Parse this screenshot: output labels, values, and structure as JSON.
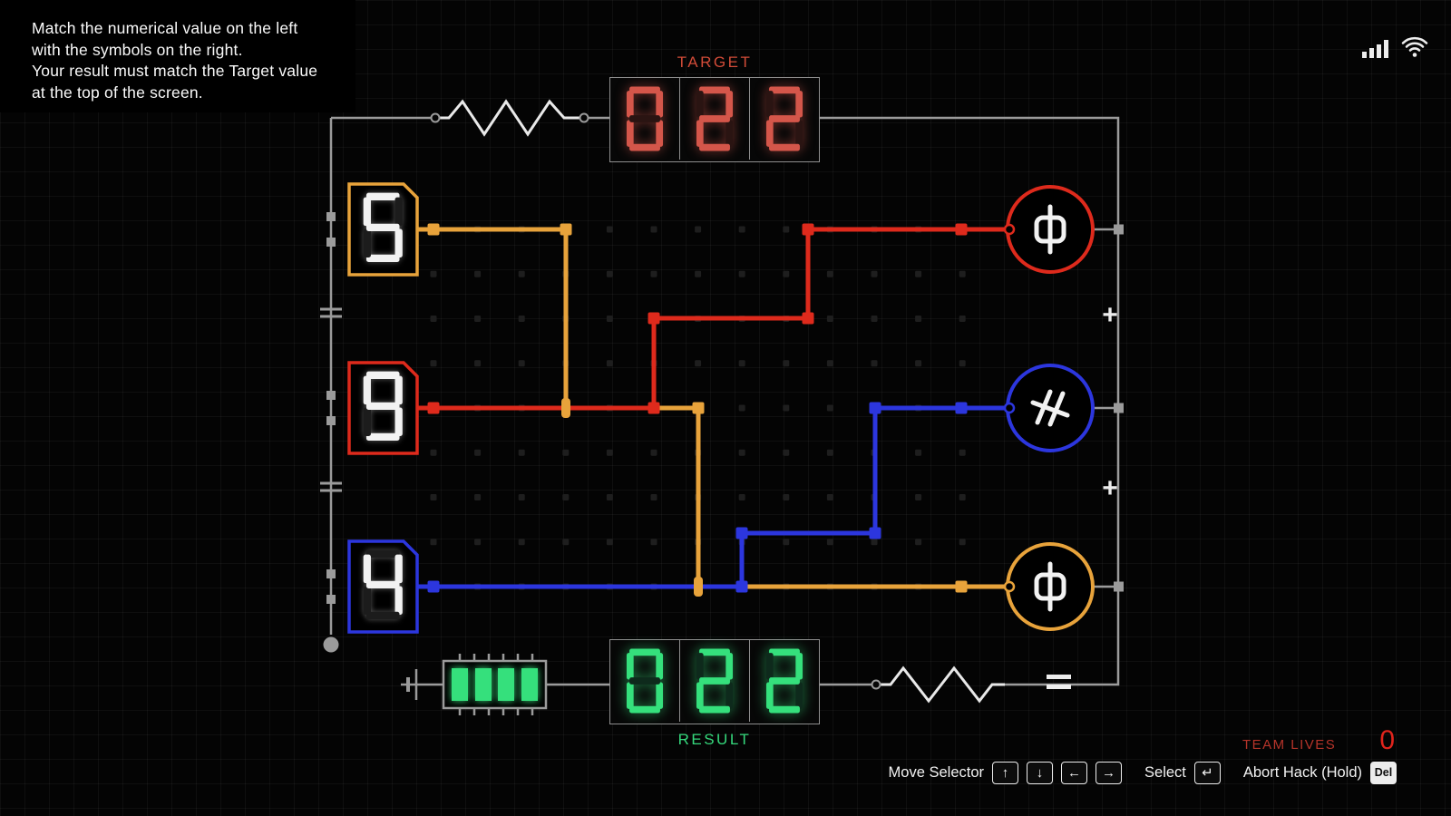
{
  "colors": {
    "orange": "#e8a33b",
    "red": "#de2a1c",
    "blue": "#2c36de",
    "gray": "#9b9b9b",
    "green": "#35e07c",
    "digit_lit": "#f2f2f2",
    "digit_unlit": "#1c1c1c"
  },
  "instructions": {
    "text": "Match the numerical value on the left\nwith the symbols on the right.\nYour result must match the Target value\nat the top of the screen."
  },
  "target": {
    "label": "TARGET",
    "value": "022",
    "lit_color": "#d4564a",
    "unlit_color": "#2a1412"
  },
  "result": {
    "label": "RESULT",
    "value": "022",
    "lit_color": "#35e07c",
    "unlit_color": "#0e2a1c"
  },
  "left_nodes": [
    {
      "value": "5",
      "color": "#e8a33b"
    },
    {
      "value": "9",
      "color": "#de2a1c"
    },
    {
      "value": "4",
      "color": "#2c36de"
    }
  ],
  "right_nodes": [
    {
      "symbol": "phi",
      "color": "#de2a1c"
    },
    {
      "symbol": "not-parallel",
      "color": "#2c36de"
    },
    {
      "symbol": "phi",
      "color": "#e8a33b"
    }
  ],
  "operators": {
    "plus_top": "+",
    "plus_bottom": "+",
    "equals": "="
  },
  "team_lives": {
    "label": "TEAM LIVES",
    "value": "0"
  },
  "controls": {
    "move_selector_label": "Move Selector",
    "keys": [
      "↑",
      "↓",
      "←",
      "→"
    ],
    "select_label": "Select",
    "select_key": "↵",
    "abort_label": "Abort Hack (Hold)",
    "abort_key": "Del"
  },
  "status_icons": [
    "signal-bars",
    "wifi"
  ]
}
